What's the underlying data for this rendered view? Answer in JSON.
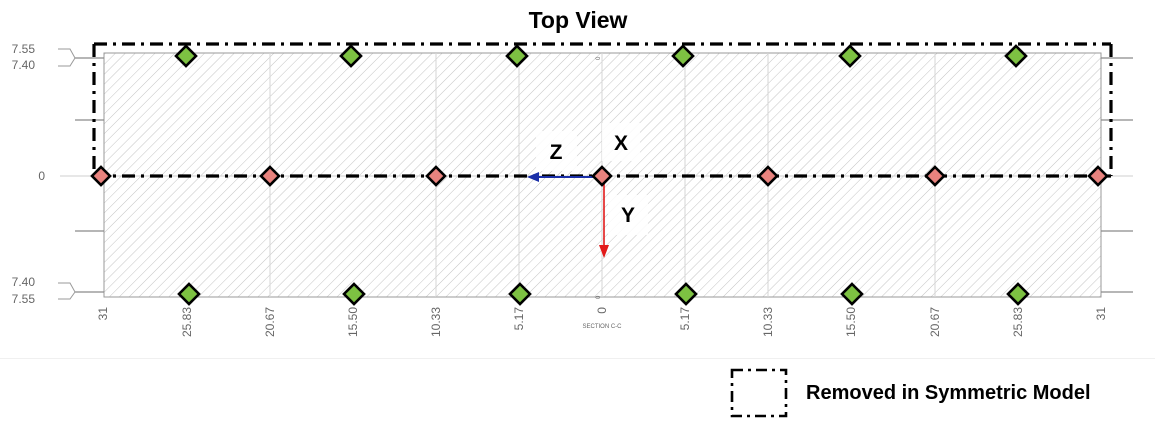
{
  "title": "Top View",
  "axes": {
    "x": "X",
    "y": "Y",
    "z": "Z"
  },
  "left_dims": {
    "top_outer": "7.55",
    "top_inner": "7.40",
    "center": "0",
    "bottom_inner": "7.40",
    "bottom_outer": "7.55"
  },
  "bottom_dims": [
    "31",
    "25.83",
    "20.67",
    "15.50",
    "10.33",
    "5.17",
    "0",
    "5.17",
    "10.33",
    "15.50",
    "20.67",
    "25.83",
    "31"
  ],
  "center_marks": {
    "top": "0",
    "bottom": "0"
  },
  "section_label": "SECTION C-C",
  "legend": {
    "label": "Removed in Symmetric Model"
  },
  "colors": {
    "green_marker": "#7DC142",
    "red_marker": "#E8837E",
    "z_arrow": "#1A2FA8",
    "y_arrow": "#E21A1A",
    "hatch": "#bdbdbd",
    "outline": "#000000"
  }
}
